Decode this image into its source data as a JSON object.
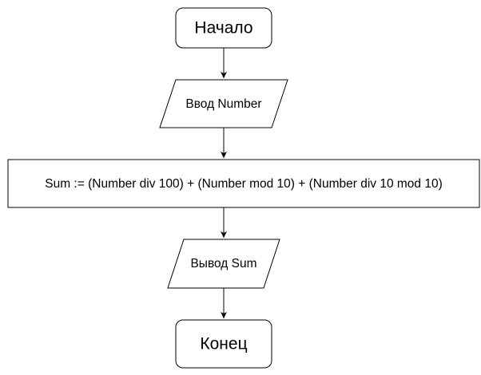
{
  "flowchart": {
    "start": {
      "label": "Начало"
    },
    "input": {
      "label": "Ввод Number"
    },
    "process": {
      "label": "Sum := (Number div 100) + (Number mod 10) + (Number div 10 mod 10)"
    },
    "output": {
      "label": "Вывод Sum"
    },
    "end": {
      "label": "Конец"
    }
  }
}
